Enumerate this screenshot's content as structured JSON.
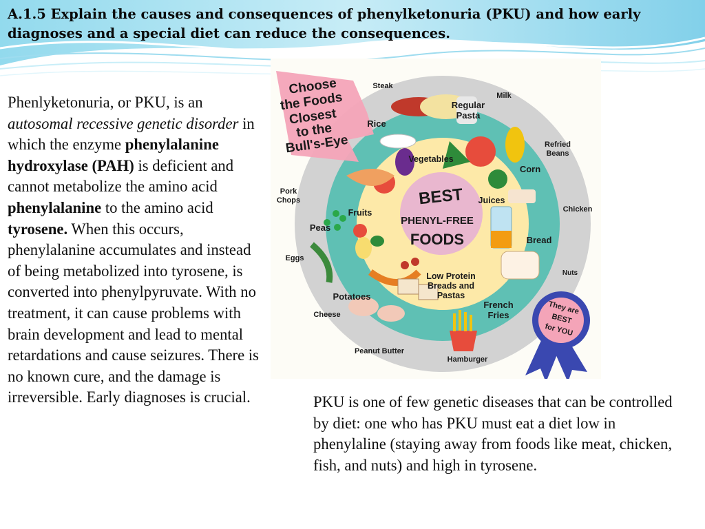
{
  "slide": {
    "title": "A.1.5 Explain the causes and consequences of phenylketonuria (PKU) and how early diagnoses and a special diet can reduce the consequences.",
    "left_paragraph": {
      "s1": "Phenlyketonuria, or PKU, is an ",
      "s2_italic": "autosomal recessive genetic disorder",
      "s3": " in which the enzyme ",
      "s4_bold": "phenylalanine hydroxylase (PAH)",
      "s5": " is deficient and cannot metabolize the amino acid ",
      "s6_bold": "phenylalanine",
      "s7": " to the amino acid ",
      "s8_bold": "tyrosene.",
      "s9": " When this occurs, phenylalanine accumulates and instead of being metabolized into tyrosene, is converted into phenylpyruvate. With no treatment, it can cause problems with brain development and lead to mental retardations and cause seizures. There is no known cure, and the damage is irreversible. Early diagnoses is crucial."
    },
    "right_paragraph": "PKU is one of few genetic diseases that can be controlled by diet: one who has PKU must eat a diet low in phenylaline (staying away from foods like meat, chicken, fish, and nuts) and high in tyrosene."
  },
  "figure": {
    "arrow_text": [
      "Choose",
      "the Foods",
      "Closest",
      "to the",
      "Bull's-Eye"
    ],
    "center_line1": "BEST",
    "center_line2": "PHENYL-FREE",
    "center_line3": "FOODS",
    "ring_inner": {
      "vegetables": "Vegetables",
      "juices": "Juices",
      "fruits": "Fruits",
      "low_protein_l1": "Low Protein",
      "low_protein_l2": "Breads and",
      "low_protein_l3": "Pastas"
    },
    "ring_middle": {
      "rice": "Rice",
      "regular_pasta_l1": "Regular",
      "regular_pasta_l2": "Pasta",
      "corn": "Corn",
      "peas": "Peas",
      "bread": "Bread",
      "potatoes": "Potatoes",
      "french_fries_l1": "French",
      "french_fries_l2": "Fries"
    },
    "ring_outer": {
      "steak": "Steak",
      "milk": "Milk",
      "refried_beans_l1": "Refried",
      "refried_beans_l2": "Beans",
      "pork_chops_l1": "Pork",
      "pork_chops_l2": "Chops",
      "chicken": "Chicken",
      "eggs": "Eggs",
      "nuts": "Nuts",
      "cheese": "Cheese",
      "peanut_butter": "Peanut Butter",
      "hamburger": "Hamburger"
    },
    "ribbon": [
      "They are",
      "BEST",
      "for YOU"
    ],
    "colors": {
      "outer_ring": "#c8c8c8",
      "middle_ring": "#5fc0b4",
      "inner_ring": "#fde9a8",
      "center": "#e9b7cf",
      "best_text": "#c8323c",
      "foods_text": "#c8323c",
      "arrow": "#f4a4b8",
      "arrow_text": "#2a3c9c",
      "ribbon": "#3a48b0"
    }
  }
}
